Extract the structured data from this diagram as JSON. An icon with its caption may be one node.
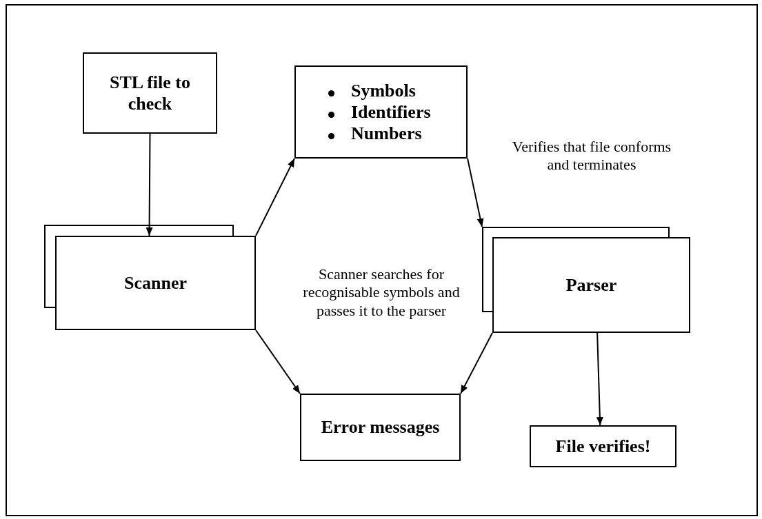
{
  "diagram": {
    "nodes": [
      {
        "text": [
          "STL file to check"
        ]
      },
      {
        "text": [
          "Symbols",
          "Identifiers",
          "Numbers"
        ]
      },
      {
        "text": [
          "Scanner"
        ]
      },
      {
        "text": [
          "Parser"
        ]
      },
      {
        "text": [
          "Error messages"
        ]
      },
      {
        "text": [
          "File verifies!"
        ]
      }
    ],
    "edges": [
      {
        "from": 0,
        "to": 2,
        "arrow": "to"
      },
      {
        "from": 2,
        "to": 1,
        "arrow": "to"
      },
      {
        "from": 1,
        "to": 3,
        "arrow": "to"
      },
      {
        "from": 2,
        "to": 4,
        "arrow": "to"
      },
      {
        "from": 3,
        "to": 4,
        "arrow": "to"
      },
      {
        "from": 3,
        "to": 5,
        "arrow": "to"
      }
    ],
    "labels": [
      "Verifies that file conforms and terminates",
      "Scanner searches for recognisable symbols and passes it to the parser"
    ]
  }
}
